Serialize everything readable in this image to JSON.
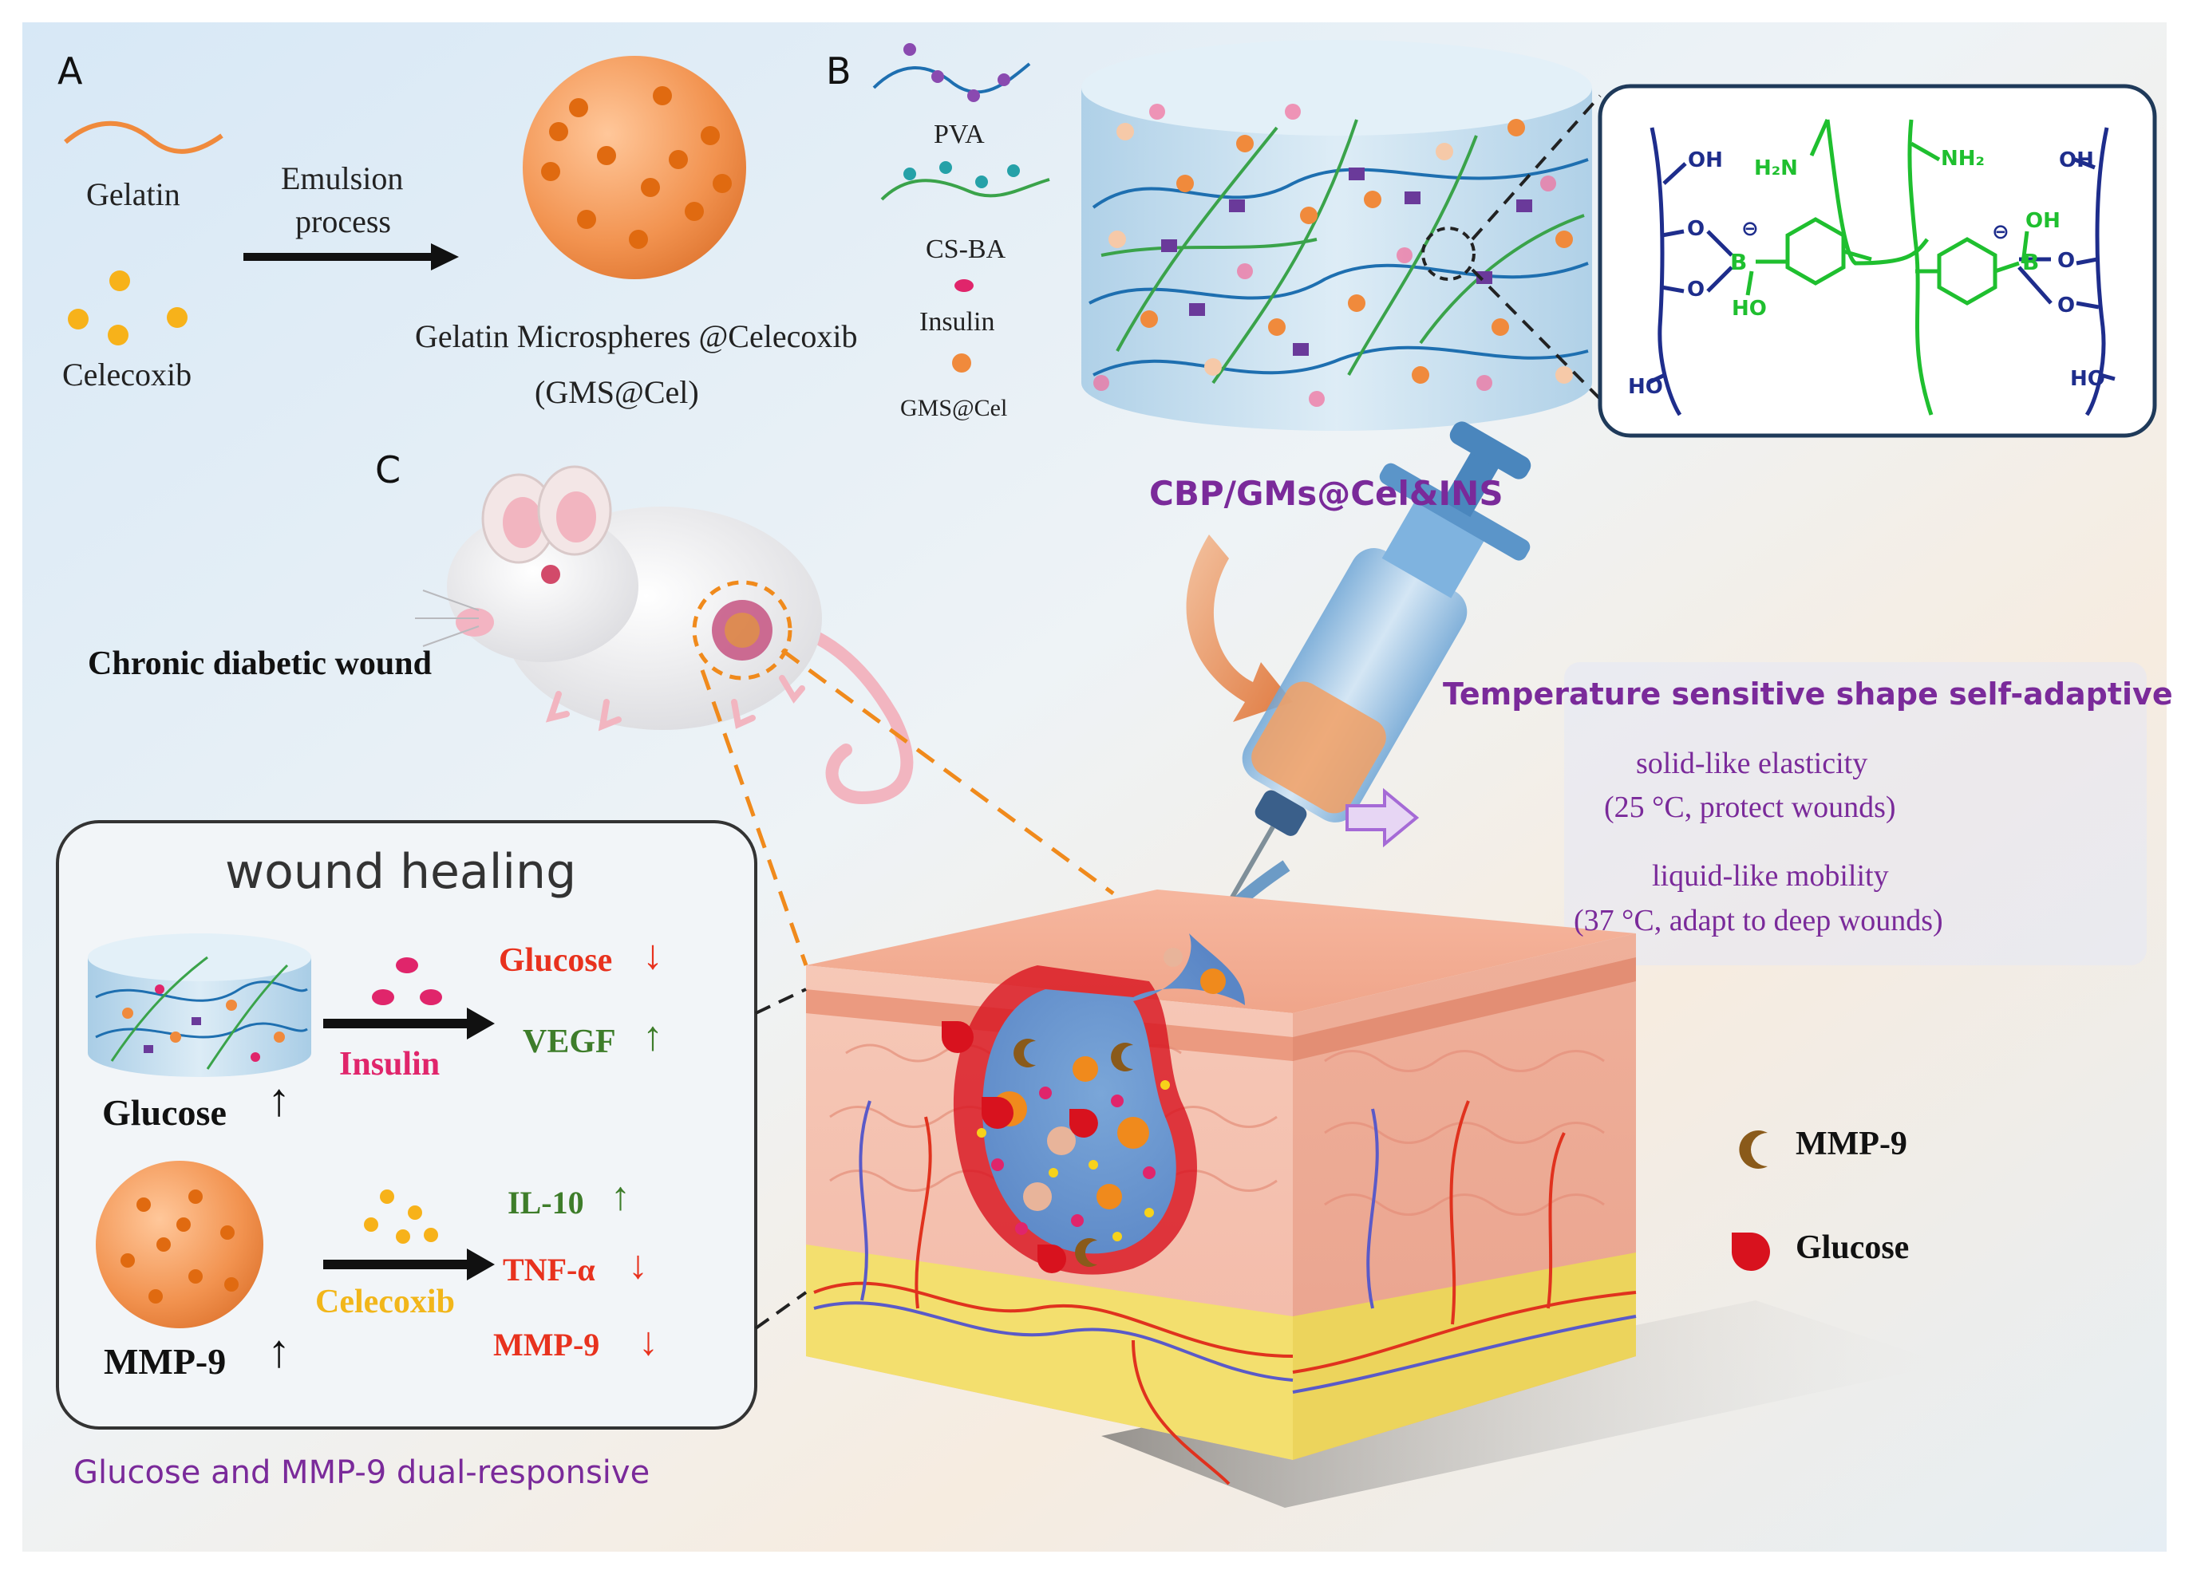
{
  "panels": {
    "a": "A",
    "b": "B",
    "c": "C"
  },
  "panel_a": {
    "gelatin": "Gelatin",
    "celecoxib": "Celecoxib",
    "process_line1": "Emulsion",
    "process_line2": "process",
    "product_line1": "Gelatin Microspheres @Celecoxib",
    "product_line2": "(GMS@Cel)"
  },
  "panel_b": {
    "legend": [
      "PVA",
      "CS-BA",
      "Insulin",
      "GMS@Cel"
    ],
    "hydrogel_name": "CBP/GMs@Cel&INS",
    "chem": {
      "oh": "OH",
      "ho": "HO",
      "nh2": "NH₂",
      "h2n": "H₂N",
      "o": "O",
      "b": "B",
      "minus": "⊖"
    }
  },
  "panel_c": {
    "mouse_label": "Chronic diabetic wound",
    "temp_title": "Temperature sensitive shape self-adaptive",
    "solid_line1": "solid-like elasticity",
    "solid_line2": "(25 °C, protect wounds)",
    "liquid_line1": "liquid-like mobility",
    "liquid_line2": "(37 °C, adapt to deep wounds)",
    "legend_mmp9": "MMP-9",
    "legend_glucose": "Glucose",
    "dual_responsive": "Glucose and MMP-9 dual-responsive"
  },
  "healing_box": {
    "title": "wound healing",
    "glucose": "Glucose",
    "insulin": "Insulin",
    "out_glucose": "Glucose",
    "out_vegf": "VEGF",
    "mmp9": "MMP-9",
    "celecoxib": "Celecoxib",
    "out_il10": "IL-10",
    "out_tnf": "TNF-α",
    "out_mmp9": "MMP-9",
    "up_arrow": "↑",
    "down_arrow": "↓"
  },
  "colors": {
    "purple": "#7a2a9a",
    "red": "#e8321e",
    "green": "#3e7d2a",
    "pink": "#e0256b",
    "yellow": "#f2b61a",
    "orange": "#f08a3c",
    "chem_blue": "#1e2d8c",
    "chem_green": "#1fbf2f"
  }
}
